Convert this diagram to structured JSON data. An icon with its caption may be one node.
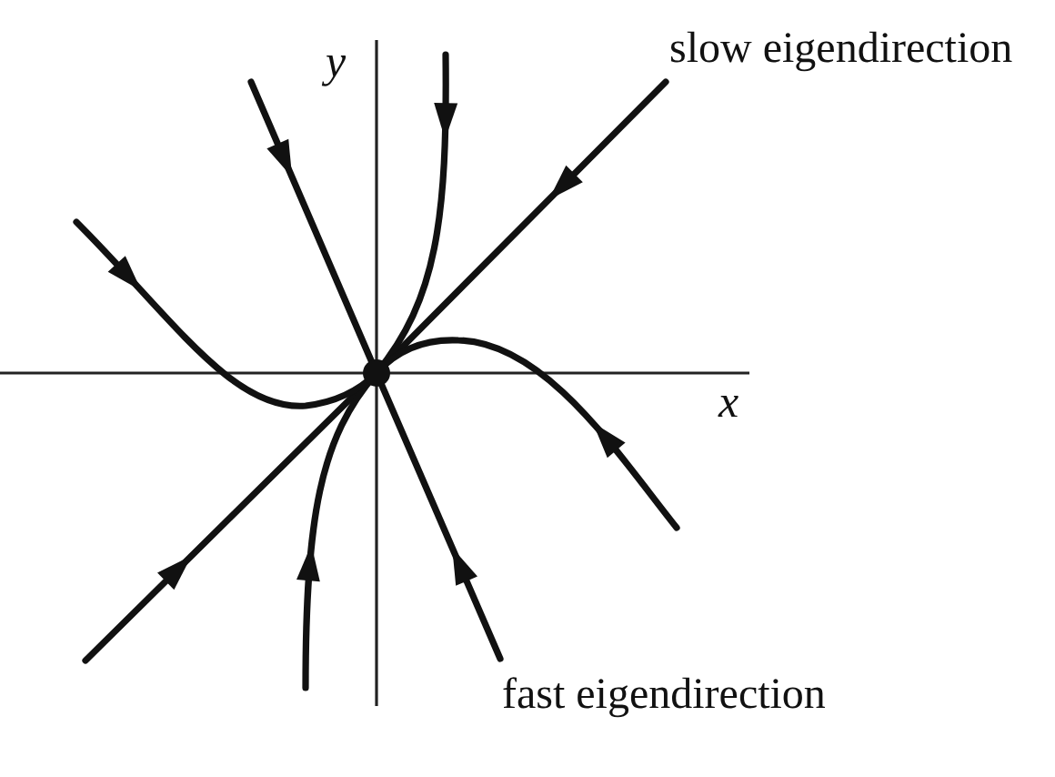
{
  "diagram": {
    "labels": [
      "y",
      "slow eigendirection",
      "x",
      "fast eigendirection"
    ]
  }
}
